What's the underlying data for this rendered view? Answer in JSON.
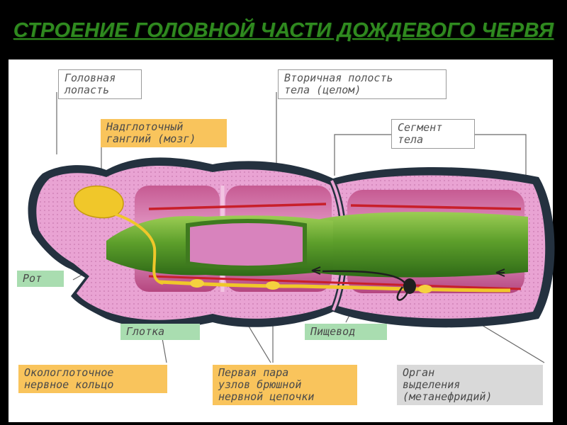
{
  "title": "СТРОЕНИЕ ГОЛОВНОЙ ЧАСТИ ДОЖДЕВОГО ЧЕРВЯ",
  "labels": {
    "head_lobe": "Головная\nлопасть",
    "secondary_cavity": "Вторичная полость\nтела (целом)",
    "supraoesophageal_ganglion": "Надглоточный\nганглий (мозг)",
    "body_segment": "Сегмент\nтела",
    "mouth": "Рот",
    "pharynx": "Глотка",
    "oesophagus": "Пищевод",
    "nerve_ring": "Окологлоточное\nнервное кольцо",
    "ventral_cord_nodes": "Первая пара\nузлов брюшной\nнервной цепочки",
    "excretory_organ": "Орган\nвыделения\n(метанефридий)"
  },
  "colors": {
    "title": "#2f8a1f",
    "body_wall": "#2b3a4a",
    "tissue": "#e39ad0",
    "cavity": "#b5467f",
    "gut": "#5d9f2b",
    "nerve": "#f0c72a",
    "vessel": "#c81f2a"
  }
}
